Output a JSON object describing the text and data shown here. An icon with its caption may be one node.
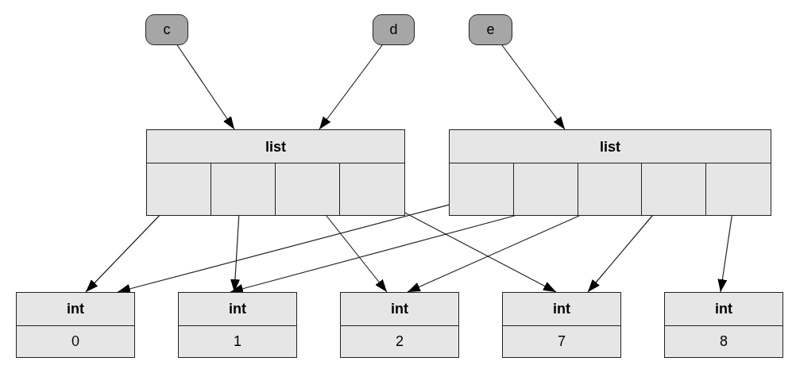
{
  "diagram": {
    "nodes": [
      {
        "text": [
          "c"
        ]
      },
      {
        "text": [
          "d"
        ]
      },
      {
        "text": [
          "e"
        ]
      },
      {
        "text": [
          "list"
        ]
      },
      {
        "text": [],
        "shape": "box",
        "in": 3
      },
      {
        "text": [],
        "shape": "box",
        "in": 3
      },
      {
        "text": [],
        "shape": "box",
        "in": 3
      },
      {
        "text": [],
        "shape": "box",
        "in": 3
      },
      {
        "text": [
          "list"
        ]
      },
      {
        "text": [],
        "shape": "box",
        "in": 8
      },
      {
        "text": [],
        "shape": "box",
        "in": 8
      },
      {
        "text": [],
        "shape": "box",
        "in": 8
      },
      {
        "text": [],
        "shape": "box",
        "in": 8
      },
      {
        "text": [],
        "shape": "box",
        "in": 8
      },
      {
        "text": [
          "int",
          "0"
        ]
      },
      {
        "text": [
          "int",
          "1"
        ]
      },
      {
        "text": [
          "int",
          "2"
        ]
      },
      {
        "text": [
          "int",
          "7"
        ]
      },
      {
        "text": [
          "int",
          "8"
        ]
      }
    ],
    "edges": [
      {
        "from": 0,
        "to": 3,
        "arrow": "to"
      },
      {
        "from": 1,
        "to": 3,
        "arrow": "to"
      },
      {
        "from": 2,
        "to": 8,
        "arrow": "to"
      },
      {
        "from": 4,
        "to": 14,
        "arrow": "to"
      },
      {
        "from": 5,
        "to": 15,
        "arrow": "to"
      },
      {
        "from": 6,
        "to": 16,
        "arrow": "to"
      },
      {
        "from": 7,
        "to": 17,
        "arrow": "to"
      },
      {
        "from": 9,
        "to": 14,
        "arrow": "to"
      },
      {
        "from": 10,
        "to": 15,
        "arrow": "to"
      },
      {
        "from": 11,
        "to": 16,
        "arrow": "to"
      },
      {
        "from": 12,
        "to": 17,
        "arrow": "to"
      },
      {
        "from": 13,
        "to": 18,
        "arrow": "to"
      }
    ]
  }
}
